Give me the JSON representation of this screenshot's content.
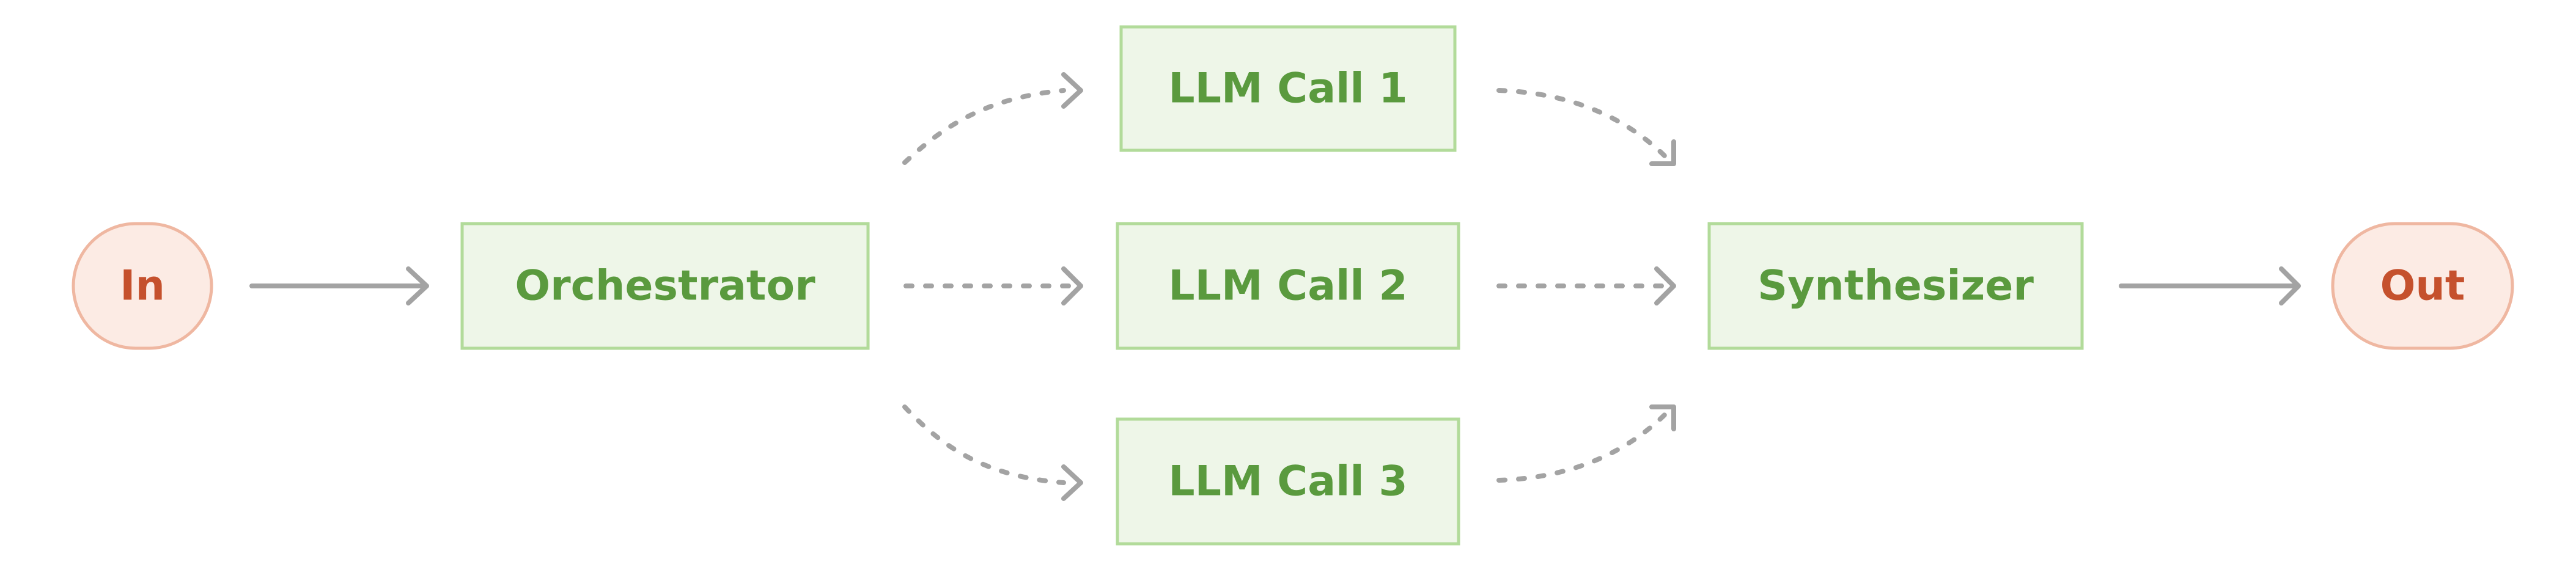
{
  "diagram": {
    "nodes": {
      "input": {
        "label": "In"
      },
      "orchestrator": {
        "label": "Orchestrator"
      },
      "llm_call_1": {
        "label": "LLM Call 1"
      },
      "llm_call_2": {
        "label": "LLM Call 2"
      },
      "llm_call_3": {
        "label": "LLM Call 3"
      },
      "synthesizer": {
        "label": "Synthesizer"
      },
      "output": {
        "label": "Out"
      }
    },
    "edges": [
      {
        "from": "In",
        "to": "Orchestrator",
        "style": "solid"
      },
      {
        "from": "Orchestrator",
        "to": "LLM Call 1",
        "style": "dashed"
      },
      {
        "from": "Orchestrator",
        "to": "LLM Call 2",
        "style": "dashed"
      },
      {
        "from": "Orchestrator",
        "to": "LLM Call 3",
        "style": "dashed"
      },
      {
        "from": "LLM Call 1",
        "to": "Synthesizer",
        "style": "dashed"
      },
      {
        "from": "LLM Call 2",
        "to": "Synthesizer",
        "style": "dashed"
      },
      {
        "from": "LLM Call 3",
        "to": "Synthesizer",
        "style": "dashed"
      },
      {
        "from": "Synthesizer",
        "to": "Out",
        "style": "solid"
      }
    ],
    "colors": {
      "terminal_fill": "#fcebe4",
      "terminal_border": "#efb7a1",
      "terminal_text": "#c5512d",
      "process_fill": "#eef6e8",
      "process_border": "#b2db9a",
      "process_text": "#5a9a3e",
      "edge": "#a3a3a3"
    }
  }
}
